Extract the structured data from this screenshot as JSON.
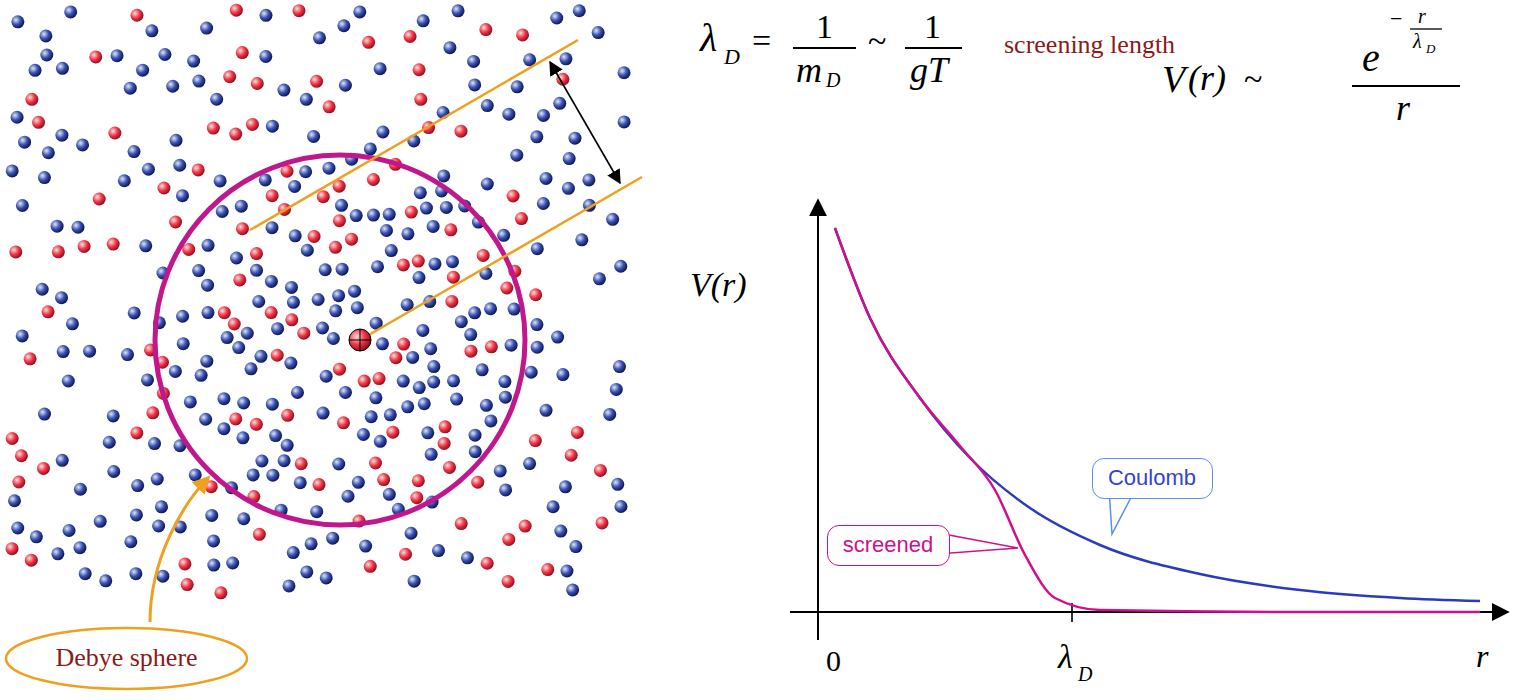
{
  "diagram": {
    "nodes": [
      {
        "text": [
          "Debye sphere"
        ]
      },
      {
        "text": [
          "Coulomb"
        ]
      },
      {
        "text": [
          "screened"
        ]
      }
    ],
    "labels": [
      "λ",
      "D",
      "=",
      "1",
      "m",
      "D",
      "~",
      "1",
      "gT",
      "screening length",
      "V",
      "(r)",
      "~",
      "e",
      "−",
      "r",
      "λ",
      "D",
      "r",
      "V(r)",
      "0",
      "λ",
      "D",
      "r"
    ]
  }
}
